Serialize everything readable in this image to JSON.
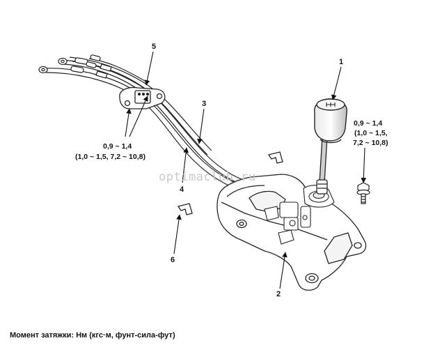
{
  "callouts": {
    "c1": "1",
    "c2": "2",
    "c3": "3",
    "c4": "4",
    "c5": "5",
    "c6": "6"
  },
  "torque_left": {
    "line1": "0,9 ~ 1,4",
    "line2": "(1,0 ~ 1,5, 7,2 ~ 10,8)"
  },
  "torque_right": {
    "line1": "0,9 ~ 1,4",
    "line2": "(1,0 ~ 1,5,",
    "line3": "7,2 ~ 10,8)"
  },
  "watermark": "optimaclub.ru",
  "caption": "Момент затяжки: Нм (кгс·м, фунт-сила-фут)"
}
